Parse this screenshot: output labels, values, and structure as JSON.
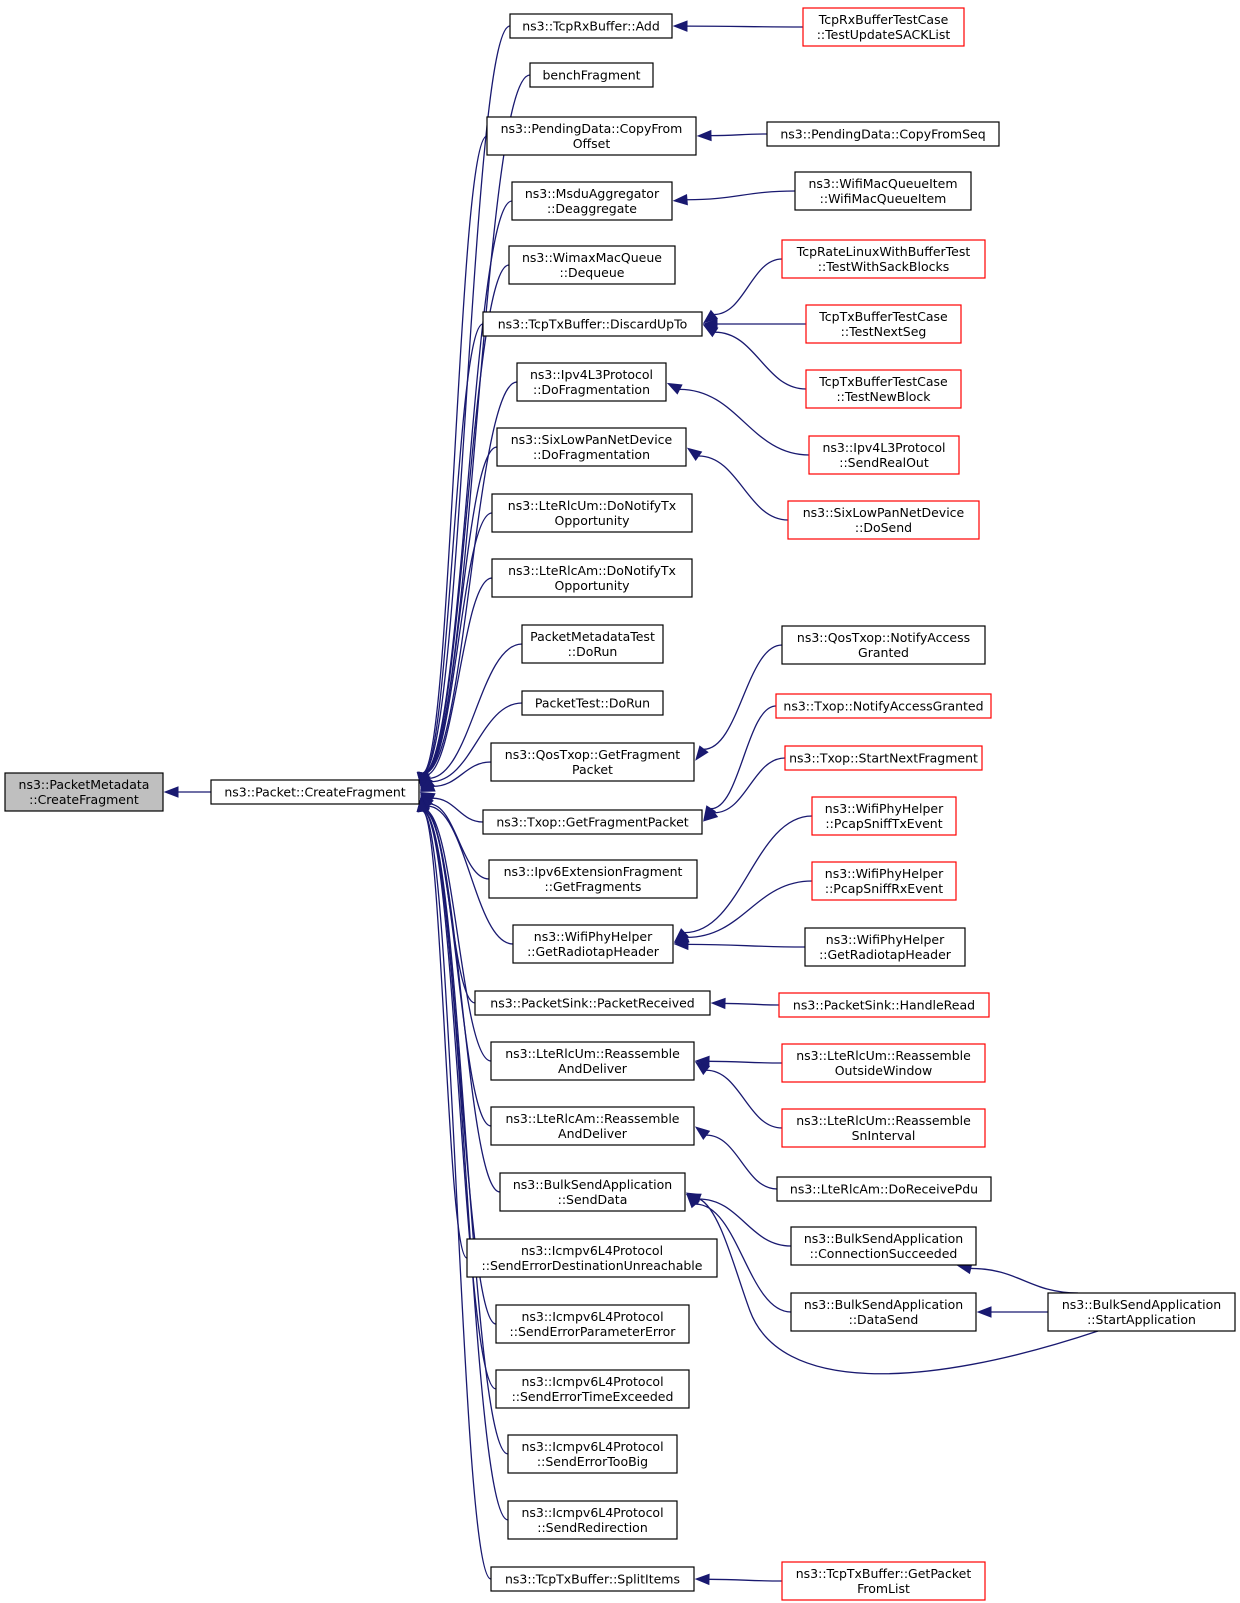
{
  "graph": {
    "colors": {
      "edge": "#191970",
      "focus_fill": "#bfbfbf",
      "plain_border": "#000000",
      "truncated_border": "#ff0000"
    },
    "nodes": [
      {
        "id": "focus",
        "lines": [
          "ns3::PacketMetadata",
          "::CreateFragment"
        ],
        "style": "focus"
      },
      {
        "id": "create",
        "lines": [
          "ns3::Packet::CreateFragment"
        ],
        "style": "plain"
      },
      {
        "id": "rxadd",
        "lines": [
          "ns3::TcpRxBuffer::Add"
        ],
        "style": "plain"
      },
      {
        "id": "bench",
        "lines": [
          "benchFragment"
        ],
        "style": "plain"
      },
      {
        "id": "pdcopy",
        "lines": [
          "ns3::PendingData::CopyFrom",
          "Offset"
        ],
        "style": "plain"
      },
      {
        "id": "msdu",
        "lines": [
          "ns3::MsduAggregator",
          "::Deaggregate"
        ],
        "style": "plain"
      },
      {
        "id": "wimax",
        "lines": [
          "ns3::WimaxMacQueue",
          "::Dequeue"
        ],
        "style": "plain"
      },
      {
        "id": "discard",
        "lines": [
          "ns3::TcpTxBuffer::DiscardUpTo"
        ],
        "style": "plain"
      },
      {
        "id": "ipv4frag",
        "lines": [
          "ns3::Ipv4L3Protocol",
          "::DoFragmentation"
        ],
        "style": "plain"
      },
      {
        "id": "sixfrag",
        "lines": [
          "ns3::SixLowPanNetDevice",
          "::DoFragmentation"
        ],
        "style": "plain"
      },
      {
        "id": "rlcumtx",
        "lines": [
          "ns3::LteRlcUm::DoNotifyTx",
          "Opportunity"
        ],
        "style": "plain"
      },
      {
        "id": "rlcamtx",
        "lines": [
          "ns3::LteRlcAm::DoNotifyTx",
          "Opportunity"
        ],
        "style": "plain"
      },
      {
        "id": "pmtest",
        "lines": [
          "PacketMetadataTest",
          "::DoRun"
        ],
        "style": "plain"
      },
      {
        "id": "ptest",
        "lines": [
          "PacketTest::DoRun"
        ],
        "style": "plain"
      },
      {
        "id": "qosget",
        "lines": [
          "ns3::QosTxop::GetFragment",
          "Packet"
        ],
        "style": "plain"
      },
      {
        "id": "txopget",
        "lines": [
          "ns3::Txop::GetFragmentPacket"
        ],
        "style": "plain"
      },
      {
        "id": "ipv6frag",
        "lines": [
          "ns3::Ipv6ExtensionFragment",
          "::GetFragments"
        ],
        "style": "plain"
      },
      {
        "id": "radiotap",
        "lines": [
          "ns3::WifiPhyHelper",
          "::GetRadiotapHeader"
        ],
        "style": "plain"
      },
      {
        "id": "sinkrecv",
        "lines": [
          "ns3::PacketSink::PacketReceived"
        ],
        "style": "plain"
      },
      {
        "id": "umreass",
        "lines": [
          "ns3::LteRlcUm::Reassemble",
          "AndDeliver"
        ],
        "style": "plain"
      },
      {
        "id": "amreass",
        "lines": [
          "ns3::LteRlcAm::Reassemble",
          "AndDeliver"
        ],
        "style": "plain"
      },
      {
        "id": "bulksend",
        "lines": [
          "ns3::BulkSendApplication",
          "::SendData"
        ],
        "style": "plain"
      },
      {
        "id": "icdest",
        "lines": [
          "ns3::Icmpv6L4Protocol",
          "::SendErrorDestinationUnreachable"
        ],
        "style": "plain"
      },
      {
        "id": "icparam",
        "lines": [
          "ns3::Icmpv6L4Protocol",
          "::SendErrorParameterError"
        ],
        "style": "plain"
      },
      {
        "id": "ictime",
        "lines": [
          "ns3::Icmpv6L4Protocol",
          "::SendErrorTimeExceeded"
        ],
        "style": "plain"
      },
      {
        "id": "icbig",
        "lines": [
          "ns3::Icmpv6L4Protocol",
          "::SendErrorTooBig"
        ],
        "style": "plain"
      },
      {
        "id": "icredir",
        "lines": [
          "ns3::Icmpv6L4Protocol",
          "::SendRedirection"
        ],
        "style": "plain"
      },
      {
        "id": "split",
        "lines": [
          "ns3::TcpTxBuffer::SplitItems"
        ],
        "style": "plain"
      },
      {
        "id": "sacklist",
        "lines": [
          "TcpRxBufferTestCase",
          "::TestUpdateSACKList"
        ],
        "style": "truncated"
      },
      {
        "id": "pdseq",
        "lines": [
          "ns3::PendingData::CopyFromSeq"
        ],
        "style": "plain"
      },
      {
        "id": "wmqi",
        "lines": [
          "ns3::WifiMacQueueItem",
          "::WifiMacQueueItem"
        ],
        "style": "plain"
      },
      {
        "id": "ratelinux",
        "lines": [
          "TcpRateLinuxWithBufferTest",
          "::TestWithSackBlocks"
        ],
        "style": "truncated"
      },
      {
        "id": "nextseg",
        "lines": [
          "TcpTxBufferTestCase",
          "::TestNextSeg"
        ],
        "style": "truncated"
      },
      {
        "id": "newblock",
        "lines": [
          "TcpTxBufferTestCase",
          "::TestNewBlock"
        ],
        "style": "truncated"
      },
      {
        "id": "sendreal",
        "lines": [
          "ns3::Ipv4L3Protocol",
          "::SendRealOut"
        ],
        "style": "truncated"
      },
      {
        "id": "dosend",
        "lines": [
          "ns3::SixLowPanNetDevice",
          "::DoSend"
        ],
        "style": "truncated"
      },
      {
        "id": "qosnotify",
        "lines": [
          "ns3::QosTxop::NotifyAccess",
          "Granted"
        ],
        "style": "plain"
      },
      {
        "id": "txopnotify",
        "lines": [
          "ns3::Txop::NotifyAccessGranted"
        ],
        "style": "truncated"
      },
      {
        "id": "startnext",
        "lines": [
          "ns3::Txop::StartNextFragment"
        ],
        "style": "truncated"
      },
      {
        "id": "sniffTx",
        "lines": [
          "ns3::WifiPhyHelper",
          "::PcapSniffTxEvent"
        ],
        "style": "truncated"
      },
      {
        "id": "sniffRx",
        "lines": [
          "ns3::WifiPhyHelper",
          "::PcapSniffRxEvent"
        ],
        "style": "truncated"
      },
      {
        "id": "radiotap2",
        "lines": [
          "ns3::WifiPhyHelper",
          "::GetRadiotapHeader"
        ],
        "style": "plain"
      },
      {
        "id": "handleread",
        "lines": [
          "ns3::PacketSink::HandleRead"
        ],
        "style": "truncated"
      },
      {
        "id": "outside",
        "lines": [
          "ns3::LteRlcUm::Reassemble",
          "OutsideWindow"
        ],
        "style": "truncated"
      },
      {
        "id": "sninterval",
        "lines": [
          "ns3::LteRlcUm::Reassemble",
          "SnInterval"
        ],
        "style": "truncated"
      },
      {
        "id": "dorecv",
        "lines": [
          "ns3::LteRlcAm::DoReceivePdu"
        ],
        "style": "plain"
      },
      {
        "id": "connsucc",
        "lines": [
          "ns3::BulkSendApplication",
          "::ConnectionSucceeded"
        ],
        "style": "plain"
      },
      {
        "id": "datasend",
        "lines": [
          "ns3::BulkSendApplication",
          "::DataSend"
        ],
        "style": "plain"
      },
      {
        "id": "startapp",
        "lines": [
          "ns3::BulkSendApplication",
          "::StartApplication"
        ],
        "style": "plain"
      },
      {
        "id": "getpkt",
        "lines": [
          "ns3::TcpTxBuffer::GetPacket",
          "FromList"
        ],
        "style": "truncated"
      }
    ],
    "edges": [
      [
        "create",
        "focus"
      ],
      [
        "rxadd",
        "create"
      ],
      [
        "bench",
        "create"
      ],
      [
        "pdcopy",
        "create"
      ],
      [
        "msdu",
        "create"
      ],
      [
        "wimax",
        "create"
      ],
      [
        "discard",
        "create"
      ],
      [
        "ipv4frag",
        "create"
      ],
      [
        "sixfrag",
        "create"
      ],
      [
        "rlcumtx",
        "create"
      ],
      [
        "rlcamtx",
        "create"
      ],
      [
        "pmtest",
        "create"
      ],
      [
        "ptest",
        "create"
      ],
      [
        "qosget",
        "create"
      ],
      [
        "txopget",
        "create"
      ],
      [
        "ipv6frag",
        "create"
      ],
      [
        "radiotap",
        "create"
      ],
      [
        "sinkrecv",
        "create"
      ],
      [
        "umreass",
        "create"
      ],
      [
        "amreass",
        "create"
      ],
      [
        "bulksend",
        "create"
      ],
      [
        "icdest",
        "create"
      ],
      [
        "icparam",
        "create"
      ],
      [
        "ictime",
        "create"
      ],
      [
        "icbig",
        "create"
      ],
      [
        "icredir",
        "create"
      ],
      [
        "split",
        "create"
      ],
      [
        "sacklist",
        "rxadd"
      ],
      [
        "pdseq",
        "pdcopy"
      ],
      [
        "wmqi",
        "msdu"
      ],
      [
        "ratelinux",
        "discard"
      ],
      [
        "nextseg",
        "discard"
      ],
      [
        "newblock",
        "discard"
      ],
      [
        "sendreal",
        "ipv4frag"
      ],
      [
        "dosend",
        "sixfrag"
      ],
      [
        "qosnotify",
        "qosget"
      ],
      [
        "txopnotify",
        "txopget"
      ],
      [
        "startnext",
        "txopget"
      ],
      [
        "sniffTx",
        "radiotap"
      ],
      [
        "sniffRx",
        "radiotap"
      ],
      [
        "radiotap2",
        "radiotap"
      ],
      [
        "handleread",
        "sinkrecv"
      ],
      [
        "outside",
        "umreass"
      ],
      [
        "sninterval",
        "umreass"
      ],
      [
        "dorecv",
        "amreass"
      ],
      [
        "connsucc",
        "bulksend"
      ],
      [
        "datasend",
        "bulksend"
      ],
      [
        "startapp",
        "bulksend"
      ],
      [
        "startapp",
        "connsucc"
      ],
      [
        "startapp",
        "datasend"
      ],
      [
        "getpkt",
        "split"
      ]
    ]
  }
}
